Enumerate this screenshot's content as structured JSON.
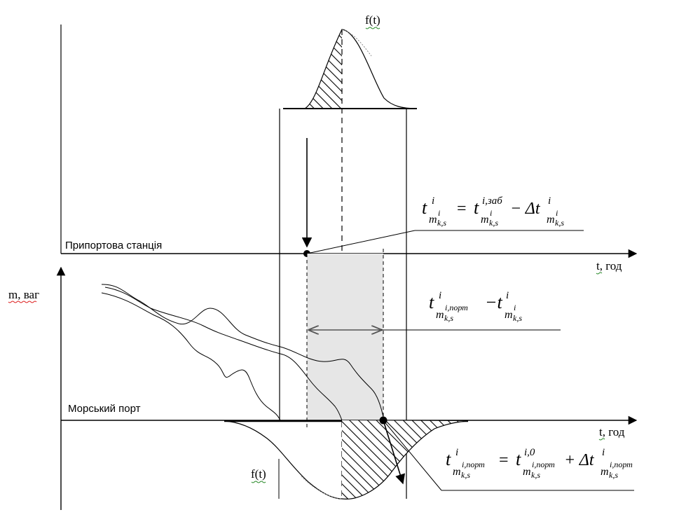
{
  "labels": {
    "top_axis_label": "Припортова станція",
    "bottom_axis_label": "Морський порт",
    "t_axis_top": "t, год",
    "t_axis_bottom": "t, год",
    "y_axis": "m, ваг",
    "ft_top": "f(t)",
    "ft_bottom": "f(t)"
  },
  "formulas": {
    "f1": {
      "lhs": "t",
      "lhs_sup": "i",
      "lhs_sub_m": "m",
      "lhs_sub_m_sup": "i",
      "lhs_sub_ks": "k,s",
      "eq": "=",
      "rhs_t": "t",
      "rhs_sup": "i,заб",
      "rhs_sub_m": "m",
      "rhs_sub_m_sup": "i",
      "rhs_sub_ks": "k,s",
      "minus": "− Δt",
      "delta_sup": "i",
      "delta_sub_m": "m",
      "delta_sub_m_sup": "i",
      "delta_sub_ks": "k,s"
    },
    "f2": {
      "t1": "t",
      "t1_sup": "i",
      "t1_sub_m": "m",
      "t1_sub_m_sup": "i,порт",
      "t1_sub_ks": "k,s",
      "minus": "−t",
      "t2_sup": "i",
      "t2_sub_m": "m",
      "t2_sub_m_sup": "i",
      "t2_sub_ks": "k,s"
    },
    "f3": {
      "lhs": "t",
      "lhs_sup": "i",
      "lhs_sub_m": "m",
      "lhs_sub_m_sup": "i,порт",
      "lhs_sub_ks": "k,s",
      "eq": "=",
      "rhs_t": "t",
      "rhs_sup": "i,0",
      "rhs_sub_m": "m",
      "rhs_sub_m_sup": "i,порт",
      "rhs_sub_ks": "k,s",
      "plus": "+ Δt",
      "delta_sup": "i",
      "delta_sub_m": "m",
      "delta_sub_m_sup": "i,порт",
      "delta_sub_ks": "k,s"
    }
  }
}
